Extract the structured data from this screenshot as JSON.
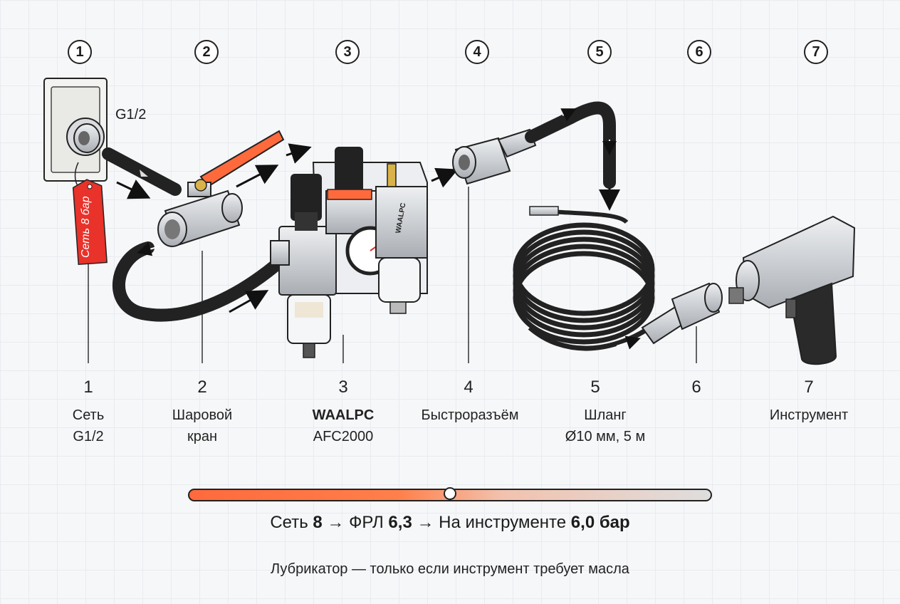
{
  "badges": [
    "1",
    "2",
    "3",
    "4",
    "5",
    "6",
    "7"
  ],
  "inlet_label": "G1/2",
  "tag_text": "Сеть 8 бар",
  "frl_brand_mark": "WAALPC",
  "components": [
    {
      "num": "1",
      "line1": "Сеть",
      "line2": "G1/2"
    },
    {
      "num": "2",
      "line1": "Шаровой",
      "line2": "кран"
    },
    {
      "num": "3",
      "line1": "WAALPC",
      "line2": "AFC2000"
    },
    {
      "num": "4",
      "line1": "Быстроразъём",
      "line2": ""
    },
    {
      "num": "5",
      "line1": "Шланг",
      "line2": "Ø10 мм, 5 м"
    },
    {
      "num": "6",
      "line1": "",
      "line2": ""
    },
    {
      "num": "7",
      "line1": "Инструмент",
      "line2": ""
    }
  ],
  "pressure": {
    "network_label": "Сеть",
    "network_value": "8",
    "arrow": "→",
    "frl_label": "ФРЛ",
    "frl_value": "6,3",
    "tool_label": "На инструменте",
    "tool_value": "6,0 бар",
    "bar_fraction": 0.5
  },
  "note": "Лубрикатор — только если инструмент требует масла",
  "colors": {
    "accent": "#ff6a3d",
    "tag": "#e8322a",
    "outline": "#222222",
    "metal": "#c9ccd1"
  },
  "icons": [
    "wall-outlet-icon",
    "ball-valve-icon",
    "frl-unit-icon",
    "quick-coupler-icon",
    "coiled-hose-icon",
    "impact-wrench-icon"
  ]
}
